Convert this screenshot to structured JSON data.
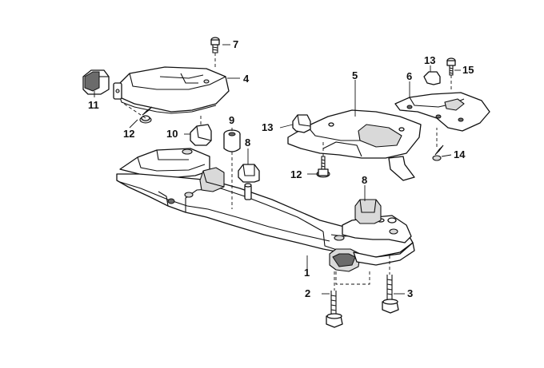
{
  "callouts": {
    "c1": "1",
    "c2": "2",
    "c3": "3",
    "c4": "4",
    "c5": "5",
    "c6": "6",
    "c7": "7",
    "c8a": "8",
    "c8b": "8",
    "c9": "9",
    "c10": "10",
    "c11": "11",
    "c12a": "12",
    "c12b": "12",
    "c13a": "13",
    "c13b": "13",
    "c14": "14",
    "c15": "15"
  }
}
